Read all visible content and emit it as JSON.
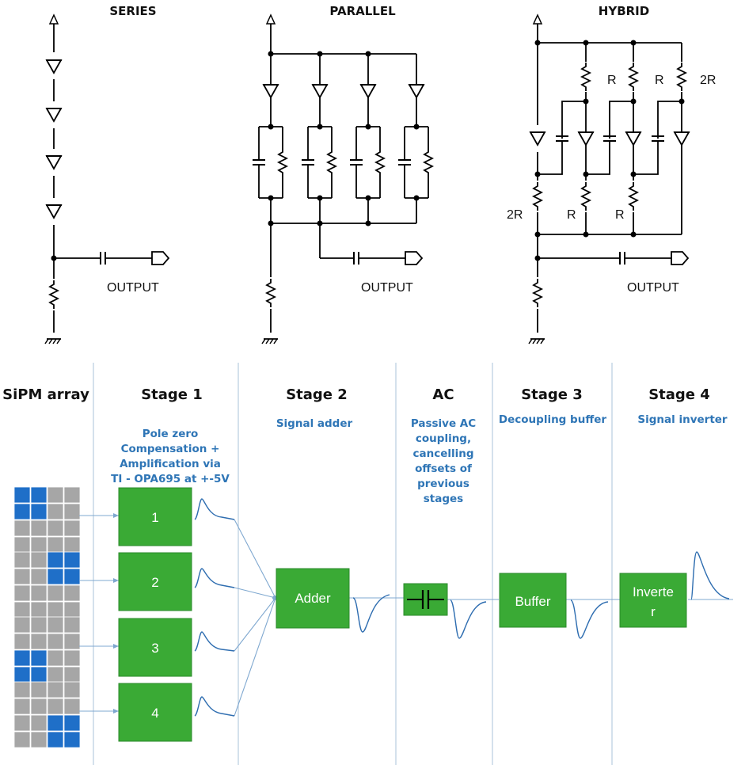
{
  "circuits": {
    "series": {
      "title": "SERIES",
      "output_label": "OUTPUT"
    },
    "parallel": {
      "title": "PARALLEL",
      "output_label": "OUTPUT"
    },
    "hybrid": {
      "title": "HYBRID",
      "output_label": "OUTPUT",
      "resistor_labels": [
        "R",
        "R",
        "2R",
        "2R",
        "R",
        "R"
      ]
    }
  },
  "pipeline": {
    "columns": [
      {
        "key": "sipm",
        "title": "SiPM array",
        "subtitle": []
      },
      {
        "key": "stage1",
        "title": "Stage 1",
        "subtitle": [
          "Pole zero",
          "Compensation +",
          "Amplification via",
          "TI - OPA695 at +-5V"
        ]
      },
      {
        "key": "stage2",
        "title": "Stage 2",
        "subtitle": [
          "Signal adder"
        ]
      },
      {
        "key": "ac",
        "title": "AC",
        "subtitle": [
          "Passive AC",
          "coupling,",
          "cancelling",
          "offsets of",
          "previous",
          "stages"
        ]
      },
      {
        "key": "stage3",
        "title": "Stage 3",
        "subtitle": [
          "Decoupling buffer"
        ]
      },
      {
        "key": "stage4",
        "title": "Stage 4",
        "subtitle": [
          "Signal inverter"
        ]
      }
    ],
    "stage1_boxes": [
      "1",
      "2",
      "3",
      "4"
    ],
    "adder_label": "Adder",
    "buffer_label": "Buffer",
    "inverter_label_lines": [
      "Inverte",
      "r"
    ],
    "sipm_active_quadrants": [
      "top-left",
      "top-right",
      "bottom-left",
      "bottom-right"
    ]
  },
  "colors": {
    "box_green": "#3aaa35",
    "box_border": "#2b8a2b",
    "sipm_active": "#1f6fc8",
    "sipm_inactive": "#a6a6a6",
    "signal_line": "#7fa8d0",
    "waveform": "#2e6db0",
    "subtitle_blue": "#2e75b6"
  }
}
